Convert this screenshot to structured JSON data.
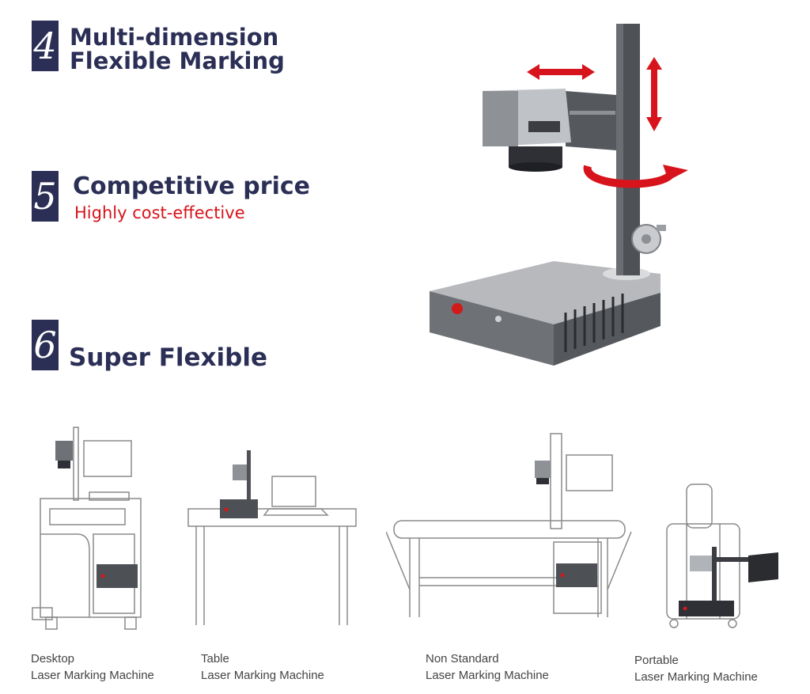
{
  "features": [
    {
      "number": "4",
      "title_line1": "Multi-dimension",
      "title_line2": "Flexible Marking"
    },
    {
      "number": "5",
      "title": "Competitive price",
      "subtitle": "Highly cost-effective"
    },
    {
      "number": "6",
      "title": "Super Flexible"
    }
  ],
  "machines": [
    {
      "line1": "Desktop",
      "line2": "Laser Marking Machine"
    },
    {
      "line1": "Table",
      "line2": "Laser Marking Machine"
    },
    {
      "line1": "Non Standard",
      "line2": "Laser Marking Machine"
    },
    {
      "line1": "Portable",
      "line2": "Laser Marking Machine"
    }
  ],
  "colors": {
    "navy": "#2b2f56",
    "red": "#d7141c",
    "machine_gray": "#5f6268"
  },
  "icons": [
    "horizontal-arrow-icon",
    "vertical-arrow-icon",
    "rotation-arrow-icon"
  ]
}
